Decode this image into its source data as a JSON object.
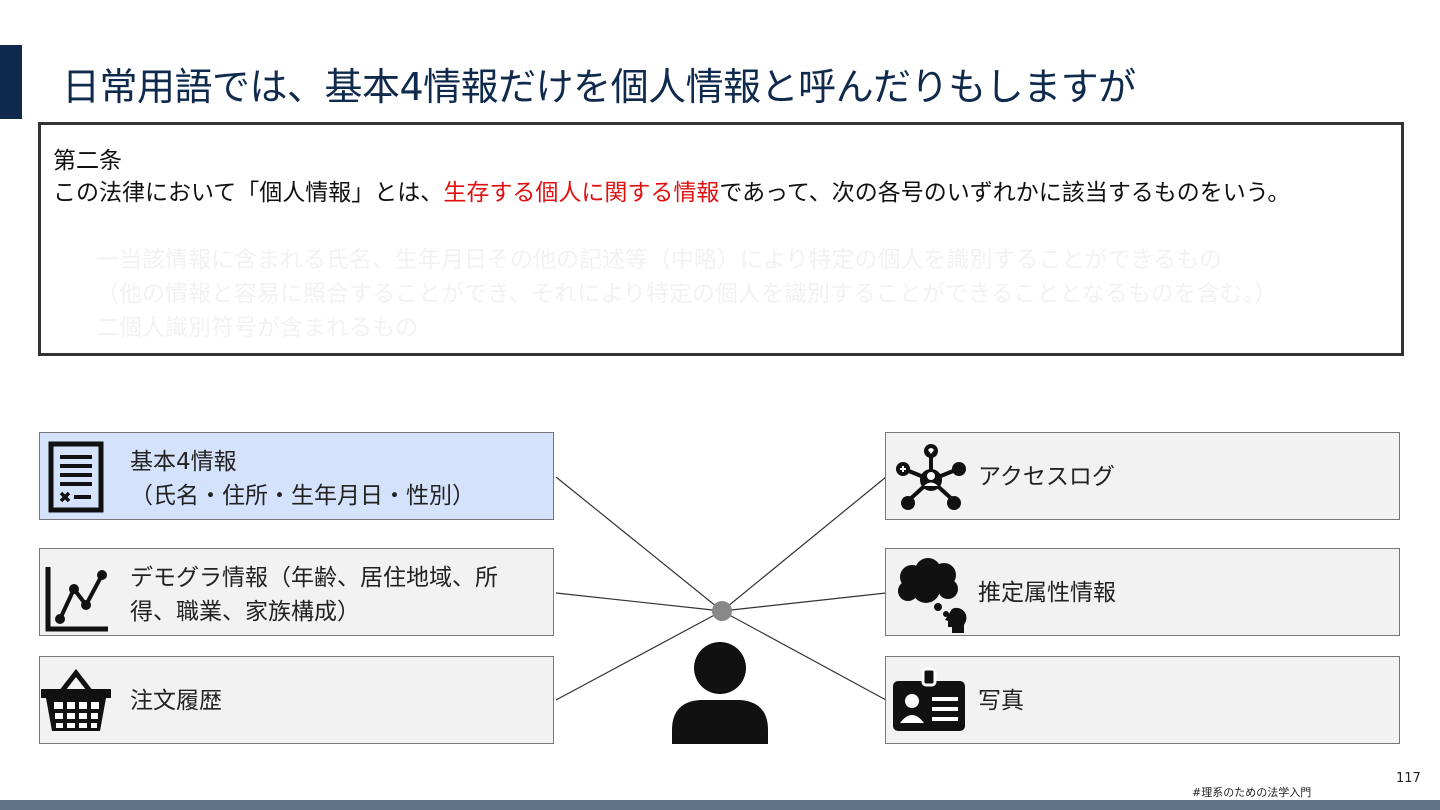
{
  "slide": {
    "title": "日常用語では、基本4情報だけを個人情報と呼んだりもしますが",
    "page_number": "117",
    "hashtag": "#理系のための法学入門"
  },
  "law": {
    "article": "第二条",
    "body_prefix": "この法律において「個人情報」とは、",
    "body_highlight": "生存する個人に関する情報",
    "body_suffix": "であって、次の各号のいずれかに該当するものをいう。",
    "item1_line1": "一当該情報に含まれる氏名、生年月日その他の記述等（中略）により特定の個人を識別することができるもの",
    "item1_line2": "（他の情報と容易に照合することができ、それにより特定の個人を識別することができることとなるものを含む。）",
    "item2": "二個人識別符号が含まれるもの"
  },
  "categories_left": [
    {
      "label_line1": "基本4情報",
      "label_line2": "（氏名・住所・生年月日・性別）",
      "icon": "document-icon"
    },
    {
      "label_line1": "デモグラ情報（年齢、居住地域、所",
      "label_line2": "得、職業、家族構成）",
      "icon": "chart-icon"
    },
    {
      "label_line1": "注文履歴",
      "icon": "basket-icon"
    }
  ],
  "categories_right": [
    {
      "label": "アクセスログ",
      "icon": "network-icon"
    },
    {
      "label": "推定属性情報",
      "icon": "thought-icon"
    },
    {
      "label": "写真",
      "icon": "id-card-icon"
    }
  ],
  "colors": {
    "title": "#0f2a4d",
    "highlight": "#e01010",
    "selected_box": "#d4e3fb",
    "box": "#f2f2f2",
    "bottom_bar": "#5f7389"
  }
}
